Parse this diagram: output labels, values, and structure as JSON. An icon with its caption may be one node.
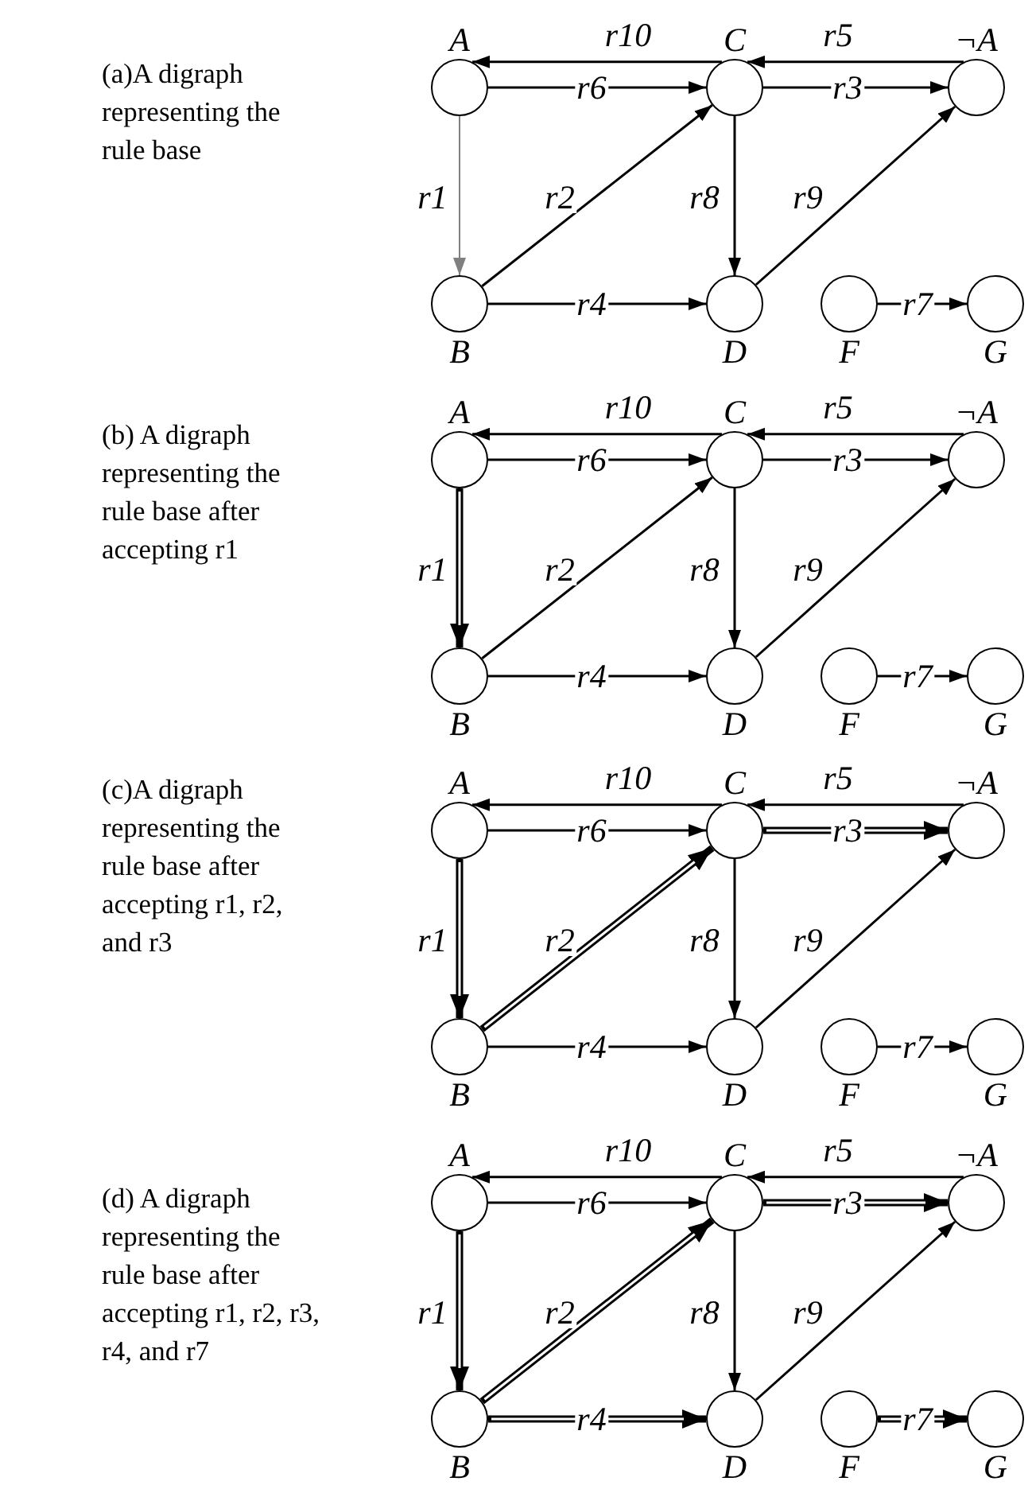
{
  "diagram": {
    "nodes": [
      {
        "text": [
          "A"
        ]
      },
      {
        "text": [
          "C"
        ]
      },
      {
        "text": [
          "¬A"
        ]
      },
      {
        "text": [
          "B"
        ]
      },
      {
        "text": [
          "D"
        ]
      },
      {
        "text": [
          "F"
        ]
      },
      {
        "text": [
          "G"
        ]
      },
      {
        "text": [
          "A"
        ]
      },
      {
        "text": [
          "C"
        ]
      },
      {
        "text": [
          "¬A"
        ]
      },
      {
        "text": [
          "B"
        ]
      },
      {
        "text": [
          "D"
        ]
      },
      {
        "text": [
          "F"
        ]
      },
      {
        "text": [
          "G"
        ]
      },
      {
        "text": [
          "A"
        ]
      },
      {
        "text": [
          "C"
        ]
      },
      {
        "text": [
          "¬A"
        ]
      },
      {
        "text": [
          "B"
        ]
      },
      {
        "text": [
          "D"
        ]
      },
      {
        "text": [
          "F"
        ]
      },
      {
        "text": [
          "G"
        ]
      },
      {
        "text": [
          "A"
        ]
      },
      {
        "text": [
          "C"
        ]
      },
      {
        "text": [
          "¬A"
        ]
      },
      {
        "text": [
          "B"
        ]
      },
      {
        "text": [
          "D"
        ]
      },
      {
        "text": [
          "F"
        ]
      },
      {
        "text": [
          "G"
        ]
      }
    ],
    "edges": [
      {
        "from": 1,
        "to": 0,
        "arrow": "to",
        "label": "r10"
      },
      {
        "from": 2,
        "to": 1,
        "arrow": "to",
        "label": "r5"
      },
      {
        "from": 0,
        "to": 1,
        "arrow": "to",
        "label": "r6"
      },
      {
        "from": 1,
        "to": 2,
        "arrow": "to",
        "label": "r3"
      },
      {
        "from": 0,
        "to": 3,
        "arrow": "to",
        "label": "r1",
        "color": "#808080"
      },
      {
        "from": 3,
        "to": 1,
        "arrow": "to",
        "label": "r2"
      },
      {
        "from": 1,
        "to": 4,
        "arrow": "to",
        "label": "r8"
      },
      {
        "from": 4,
        "to": 2,
        "arrow": "to",
        "label": "r9"
      },
      {
        "from": 3,
        "to": 4,
        "arrow": "to",
        "label": "r4"
      },
      {
        "from": 5,
        "to": 6,
        "arrow": "to",
        "label": "r7"
      },
      {
        "from": 8,
        "to": 7,
        "arrow": "to",
        "label": "r10"
      },
      {
        "from": 9,
        "to": 8,
        "arrow": "to",
        "label": "r5"
      },
      {
        "from": 7,
        "to": 8,
        "arrow": "to",
        "label": "r6"
      },
      {
        "from": 8,
        "to": 9,
        "arrow": "to",
        "label": "r3"
      },
      {
        "from": 7,
        "to": 10,
        "arrow": "to",
        "label": "r1",
        "style": "thick"
      },
      {
        "from": 10,
        "to": 8,
        "arrow": "to",
        "label": "r2"
      },
      {
        "from": 8,
        "to": 11,
        "arrow": "to",
        "label": "r8"
      },
      {
        "from": 11,
        "to": 9,
        "arrow": "to",
        "label": "r9"
      },
      {
        "from": 10,
        "to": 11,
        "arrow": "to",
        "label": "r4"
      },
      {
        "from": 12,
        "to": 13,
        "arrow": "to",
        "label": "r7"
      },
      {
        "from": 15,
        "to": 14,
        "arrow": "to",
        "label": "r10"
      },
      {
        "from": 16,
        "to": 15,
        "arrow": "to",
        "label": "r5"
      },
      {
        "from": 14,
        "to": 15,
        "arrow": "to",
        "label": "r6"
      },
      {
        "from": 15,
        "to": 16,
        "arrow": "to",
        "label": "r3",
        "style": "thick"
      },
      {
        "from": 14,
        "to": 17,
        "arrow": "to",
        "label": "r1",
        "style": "thick"
      },
      {
        "from": 17,
        "to": 15,
        "arrow": "to",
        "label": "r2",
        "style": "thick"
      },
      {
        "from": 15,
        "to": 18,
        "arrow": "to",
        "label": "r8"
      },
      {
        "from": 18,
        "to": 16,
        "arrow": "to",
        "label": "r9"
      },
      {
        "from": 17,
        "to": 18,
        "arrow": "to",
        "label": "r4"
      },
      {
        "from": 19,
        "to": 20,
        "arrow": "to",
        "label": "r7"
      },
      {
        "from": 22,
        "to": 21,
        "arrow": "to",
        "label": "r10"
      },
      {
        "from": 23,
        "to": 22,
        "arrow": "to",
        "label": "r5"
      },
      {
        "from": 21,
        "to": 22,
        "arrow": "to",
        "label": "r6"
      },
      {
        "from": 22,
        "to": 23,
        "arrow": "to",
        "label": "r3",
        "style": "thick"
      },
      {
        "from": 21,
        "to": 24,
        "arrow": "to",
        "label": "r1",
        "style": "thick"
      },
      {
        "from": 24,
        "to": 22,
        "arrow": "to",
        "label": "r2",
        "style": "thick"
      },
      {
        "from": 22,
        "to": 25,
        "arrow": "to",
        "label": "r8"
      },
      {
        "from": 25,
        "to": 23,
        "arrow": "to",
        "label": "r9"
      },
      {
        "from": 24,
        "to": 25,
        "arrow": "to",
        "label": "r4",
        "style": "thick"
      },
      {
        "from": 26,
        "to": 27,
        "arrow": "to",
        "label": "r7",
        "style": "thick"
      }
    ],
    "labels": [
      "(a)A digraph representing the rule base",
      "(b) A digraph representing the rule base after accepting r1",
      "(c)A digraph representing the rule base after accepting r1, r2, and r3",
      "(d) A digraph representing the rule base after accepting r1, r2, r3, r4, and r7"
    ]
  }
}
